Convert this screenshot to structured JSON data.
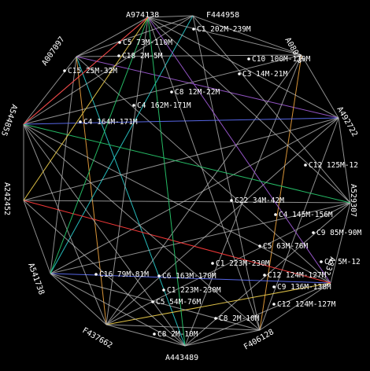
{
  "nodes": [
    {
      "id": "A974138",
      "label": "A974138"
    },
    {
      "id": "F444958",
      "label": "F444958"
    },
    {
      "id": "A080?",
      "label": "A080?5"
    },
    {
      "id": "A492722",
      "label": "A492722"
    },
    {
      "id": "A529307",
      "label": "A529307"
    },
    {
      "id": "A33?",
      "label": "A33?"
    },
    {
      "id": "F406128",
      "label": "F406128"
    },
    {
      "id": "A443489",
      "label": "A443489"
    },
    {
      "id": "F437662",
      "label": "F437662"
    },
    {
      "id": "A541738",
      "label": "A541738"
    },
    {
      "id": "A242452",
      "label": "A242452"
    },
    {
      "id": "A544855",
      "label": "A544855"
    },
    {
      "id": "A007097",
      "label": "A007097"
    }
  ],
  "edges": [
    {
      "from": "A974138",
      "to": "F444958",
      "color": "#bdbdbd"
    },
    {
      "from": "F444958",
      "to": "A080?",
      "color": "#bdbdbd"
    },
    {
      "from": "A080?",
      "to": "A492722",
      "color": "#bdbdbd"
    },
    {
      "from": "A492722",
      "to": "A529307",
      "color": "#bdbdbd"
    },
    {
      "from": "A529307",
      "to": "A33?",
      "color": "#bdbdbd"
    },
    {
      "from": "A33?",
      "to": "F406128",
      "color": "#bdbdbd"
    },
    {
      "from": "F406128",
      "to": "A443489",
      "color": "#bdbdbd"
    },
    {
      "from": "A443489",
      "to": "F437662",
      "color": "#bdbdbd"
    },
    {
      "from": "F437662",
      "to": "A541738",
      "color": "#bdbdbd"
    },
    {
      "from": "A541738",
      "to": "A242452",
      "color": "#bdbdbd"
    },
    {
      "from": "A242452",
      "to": "A544855",
      "color": "#bdbdbd"
    },
    {
      "from": "A544855",
      "to": "A007097",
      "color": "#bdbdbd"
    },
    {
      "from": "A007097",
      "to": "A974138",
      "color": "#bdbdbd"
    },
    {
      "from": "A974138",
      "to": "A080?",
      "color": "#bdbdbd"
    },
    {
      "from": "A974138",
      "to": "A492722",
      "color": "#9b59d0"
    },
    {
      "from": "A974138",
      "to": "A443489",
      "color": "#27c4c4"
    },
    {
      "from": "A974138",
      "to": "F437662",
      "color": "#e39b3a"
    },
    {
      "from": "A974138",
      "to": "A544855",
      "color": "#bdbdbd"
    },
    {
      "from": "A974138",
      "to": "A541738",
      "color": "#bdbdbd"
    },
    {
      "from": "A974138",
      "to": "A33?",
      "color": "#bdbdbd"
    },
    {
      "from": "F444958",
      "to": "A007097",
      "color": "#bdbdbd"
    },
    {
      "from": "F444958",
      "to": "A544855",
      "color": "#bdbdbd"
    },
    {
      "from": "F444958",
      "to": "A541738",
      "color": "#27c4c4"
    },
    {
      "from": "F444958",
      "to": "A529307",
      "color": "#bdbdbd"
    },
    {
      "from": "F444958",
      "to": "F406128",
      "color": "#bdbdbd"
    },
    {
      "from": "A080?",
      "to": "A007097",
      "color": "#bdbdbd"
    },
    {
      "from": "A080?",
      "to": "A544855",
      "color": "#bdbdbd"
    },
    {
      "from": "A080?",
      "to": "F437662",
      "color": "#bdbdbd"
    },
    {
      "from": "A080?",
      "to": "F406128",
      "color": "#e39b3a"
    },
    {
      "from": "A080?",
      "to": "A443489",
      "color": "#bdbdbd"
    },
    {
      "from": "A492722",
      "to": "A544855",
      "color": "#5b6cf0"
    },
    {
      "from": "A492722",
      "to": "A007097",
      "color": "#bdbdbd"
    },
    {
      "from": "A492722",
      "to": "A242452",
      "color": "#bdbdbd"
    },
    {
      "from": "A492722",
      "to": "A541738",
      "color": "#bdbdbd"
    },
    {
      "from": "A492722",
      "to": "F437662",
      "color": "#bdbdbd"
    },
    {
      "from": "A492722",
      "to": "F406128",
      "color": "#bdbdbd"
    },
    {
      "from": "A529307",
      "to": "A007097",
      "color": "#bdbdbd"
    },
    {
      "from": "A529307",
      "to": "A541738",
      "color": "#bdbdbd"
    },
    {
      "from": "A529307",
      "to": "A443489",
      "color": "#bdbdbd"
    },
    {
      "from": "A529307",
      "to": "F437662",
      "color": "#bdbdbd"
    },
    {
      "from": "A529307",
      "to": "A242452",
      "color": "#bdbdbd"
    },
    {
      "from": "A33?",
      "to": "A007097",
      "color": "#9b59d0"
    },
    {
      "from": "A33?",
      "to": "A541738",
      "color": "#5b6cf0"
    },
    {
      "from": "A33?",
      "to": "A443489",
      "color": "#bdbdbd"
    },
    {
      "from": "A33?",
      "to": "F437662",
      "color": "#e8c94a"
    },
    {
      "from": "A33?",
      "to": "A544855",
      "color": "#bdbdbd"
    },
    {
      "from": "A33?",
      "to": "A242452",
      "color": "#ff3b3b"
    },
    {
      "from": "F406128",
      "to": "A007097",
      "color": "#bdbdbd"
    },
    {
      "from": "F406128",
      "to": "A541738",
      "color": "#bdbdbd"
    },
    {
      "from": "F406128",
      "to": "A544855",
      "color": "#bdbdbd"
    },
    {
      "from": "F406128",
      "to": "F437662",
      "color": "#bdbdbd"
    },
    {
      "from": "A443489",
      "to": "A007097",
      "color": "#27c46a"
    },
    {
      "from": "A443489",
      "to": "A544855",
      "color": "#bdbdbd"
    },
    {
      "from": "A443489",
      "to": "A541738",
      "color": "#bdbdbd"
    },
    {
      "from": "A443489",
      "to": "A242452",
      "color": "#bdbdbd"
    },
    {
      "from": "F437662",
      "to": "A007097",
      "color": "#bdbdbd"
    },
    {
      "from": "F437662",
      "to": "A544855",
      "color": "#bdbdbd"
    },
    {
      "from": "A541738",
      "to": "A007097",
      "color": "#27c46a"
    },
    {
      "from": "A544855",
      "to": "A529307",
      "color": "#27c46a"
    },
    {
      "from": "A242452",
      "to": "A007097",
      "color": "#e8c94a"
    },
    {
      "from": "A544855",
      "to": "A007097",
      "color": "#ff3b3b"
    }
  ],
  "edge_labels": [
    {
      "text": "C1 202M-239M"
    },
    {
      "text": "C5 73M-110M"
    },
    {
      "text": "C18 2M-5M"
    },
    {
      "text": "C10 100M-119M"
    },
    {
      "text": "C15 25M-32M"
    },
    {
      "text": "C3 14M-21M"
    },
    {
      "text": "C8 12M-22M"
    },
    {
      "text": "C4 162M-171M"
    },
    {
      "text": "C4 164M-171M"
    },
    {
      "text": "C12 125M-12"
    },
    {
      "text": "C22 34M-42M"
    },
    {
      "text": "C4 145M-156M"
    },
    {
      "text": "C9 85M-90M"
    },
    {
      "text": "C5 63M-76M"
    },
    {
      "text": "C6 5M-12"
    },
    {
      "text": "C1 223M-230M"
    },
    {
      "text": "C12 124M-127M"
    },
    {
      "text": "C16 79M-81M"
    },
    {
      "text": "C6 163M-170M"
    },
    {
      "text": "C9 136M-138M"
    },
    {
      "text": "C1 223M-230M"
    },
    {
      "text": "C5 54M-76M"
    },
    {
      "text": "C12 124M-127M"
    },
    {
      "text": "C8 2M-10M"
    },
    {
      "text": "C8 2M-10M"
    }
  ]
}
